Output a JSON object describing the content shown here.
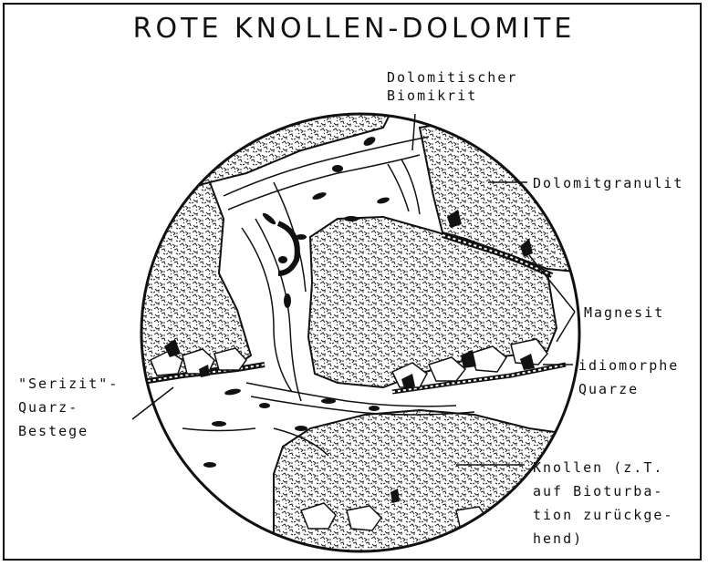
{
  "title": "ROTE KNOLLEN-DOLOMITE",
  "labels": {
    "biomikrit": [
      "Dolomitischer",
      "Biomikrit"
    ],
    "granulit": "Dolomitgranulit",
    "magnesit": "Magnesit",
    "quarze": [
      "idiomorphe",
      "Quarze"
    ],
    "serizit": [
      "\"Serizit\"-",
      "Quarz-",
      "Bestege"
    ],
    "knollen": [
      "Knollen (z.T.",
      "auf Bioturba-",
      "tion zurückge-",
      "hend)"
    ]
  },
  "colors": {
    "ink": "#111111",
    "paper": "#ffffff"
  }
}
